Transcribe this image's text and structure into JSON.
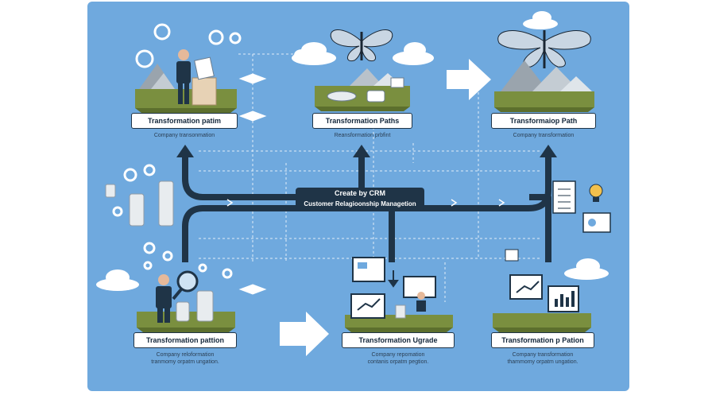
{
  "center": {
    "line1": "Create by CRM",
    "line2": "Customer Relagioonship Managetion"
  },
  "stages": {
    "top_left": {
      "title": "Transformation patim",
      "desc": "Company transonmation"
    },
    "top_mid": {
      "title": "Transformation Paths",
      "desc": "Reansformation prbfint"
    },
    "top_right": {
      "title": "Transformaiop Path",
      "desc": "Company transformation"
    },
    "bot_left": {
      "title": "Transformation pattion",
      "desc1": "Company reloformation",
      "desc2": "tranmomy orpatm ungation."
    },
    "bot_mid": {
      "title": "Transformation Ugrade",
      "desc1": "Company repomation",
      "desc2": "contanis orpatm pegtion."
    },
    "bot_right": {
      "title": "Transformation p Pation",
      "desc1": "Company transformation",
      "desc2": "thammomy orpatm ungation."
    }
  },
  "colors": {
    "background": "#6fa9de",
    "arrow": "#1f3447",
    "label_bg": "#ffffff",
    "ground": "#7a8f3f"
  },
  "icons": [
    "butterfly-icon",
    "gear-icon",
    "person-icon",
    "cloud-icon",
    "mountain-icon",
    "coin-stack-icon",
    "monitor-icon",
    "checklist-icon",
    "lightbulb-icon",
    "chart-icon",
    "magnifier-icon",
    "white-arrow-icon"
  ]
}
